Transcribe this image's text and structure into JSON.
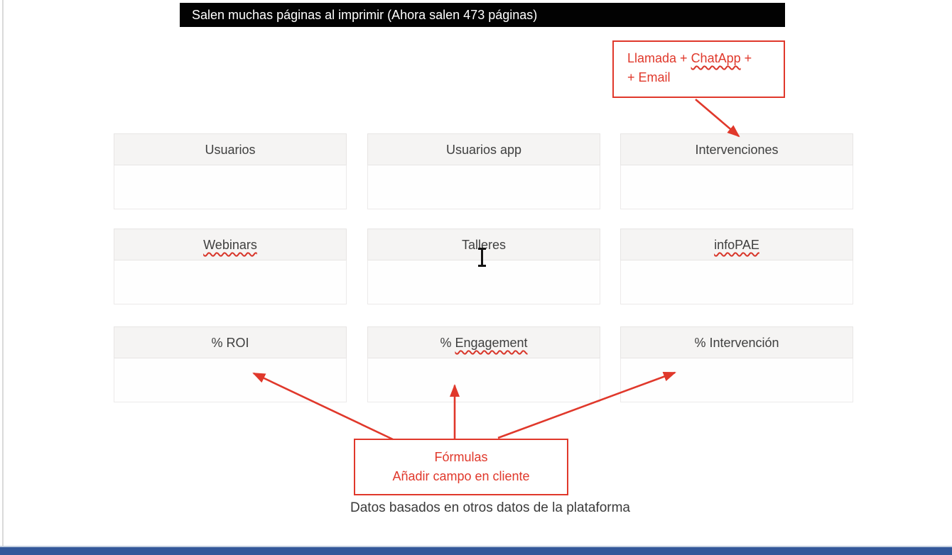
{
  "banner": {
    "text": "Salen muchas páginas al imprimir (Ahora salen 473 páginas)"
  },
  "annotations": {
    "top_note": {
      "lines": [
        {
          "text": "Llamada + ChatApp +",
          "squiggle": "ChatApp"
        },
        {
          "text": "+ Email",
          "squiggle": ""
        }
      ]
    },
    "bottom_note": {
      "lines": [
        {
          "text": "Fórmulas",
          "squiggle": ""
        },
        {
          "text": "Añadir campo en cliente",
          "squiggle": ""
        }
      ]
    }
  },
  "grid": {
    "boxes": [
      {
        "label": "Usuarios",
        "squiggle": ""
      },
      {
        "label": "Usuarios app",
        "squiggle": ""
      },
      {
        "label": "Intervenciones",
        "squiggle": ""
      },
      {
        "label": "Webinars",
        "squiggle": "Webinars"
      },
      {
        "label": "Talleres",
        "squiggle": ""
      },
      {
        "label": "infoPAE",
        "squiggle": "infoPAE"
      },
      {
        "label": "% ROI",
        "squiggle": ""
      },
      {
        "label": "% Engagement",
        "squiggle": "Engagement"
      },
      {
        "label": "% Intervención",
        "squiggle": ""
      }
    ]
  },
  "caption": {
    "text": "Datos basados en otros datos de la plataforma"
  },
  "colors": {
    "annotation_red": "#e0382b",
    "banner_bg": "#020202",
    "banner_text": "#ffffff",
    "card_header_bg": "#f5f4f3",
    "card_text": "#3f3f3f",
    "taskbar_blue": "#33589a"
  }
}
